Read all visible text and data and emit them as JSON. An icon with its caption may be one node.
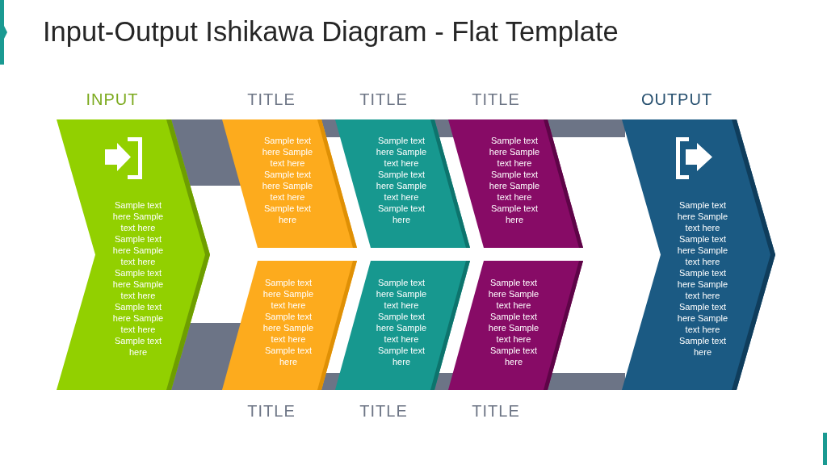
{
  "diagram": {
    "title": "Input-Output Ishikawa Diagram - Flat Template",
    "nodes": [
      {
        "text": [
          "INPUT",
          "Sample text here Sample text here Sample text here Sample text here Sample text here Sample text here Sample text here Sample text here Sample text here"
        ]
      },
      {
        "text": [
          "TITLE",
          "Sample text here Sample text here Sample text here Sample text here Sample text here"
        ]
      },
      {
        "text": [
          "TITLE",
          "Sample text here Sample text here Sample text here Sample text here Sample text here"
        ]
      },
      {
        "text": [
          "TITLE",
          "Sample text here Sample text here Sample text here Sample text here Sample text here"
        ]
      },
      {
        "text": [
          "Sample text here Sample text here Sample text here Sample text here Sample text here",
          "TITLE"
        ]
      },
      {
        "text": [
          "Sample text here Sample text here Sample text here Sample text here Sample text here",
          "TITLE"
        ]
      },
      {
        "text": [
          "Sample text here Sample text here Sample text here Sample text here Sample text here",
          "TITLE"
        ]
      },
      {
        "text": [
          "OUTPUT",
          "Sample text here Sample text here Sample text here Sample text here Sample text here Sample text here Sample text here Sample text here Sample text here"
        ]
      },
      {
        "text": [],
        "shape": "bar"
      },
      {
        "text": [],
        "shape": "bar"
      }
    ]
  }
}
